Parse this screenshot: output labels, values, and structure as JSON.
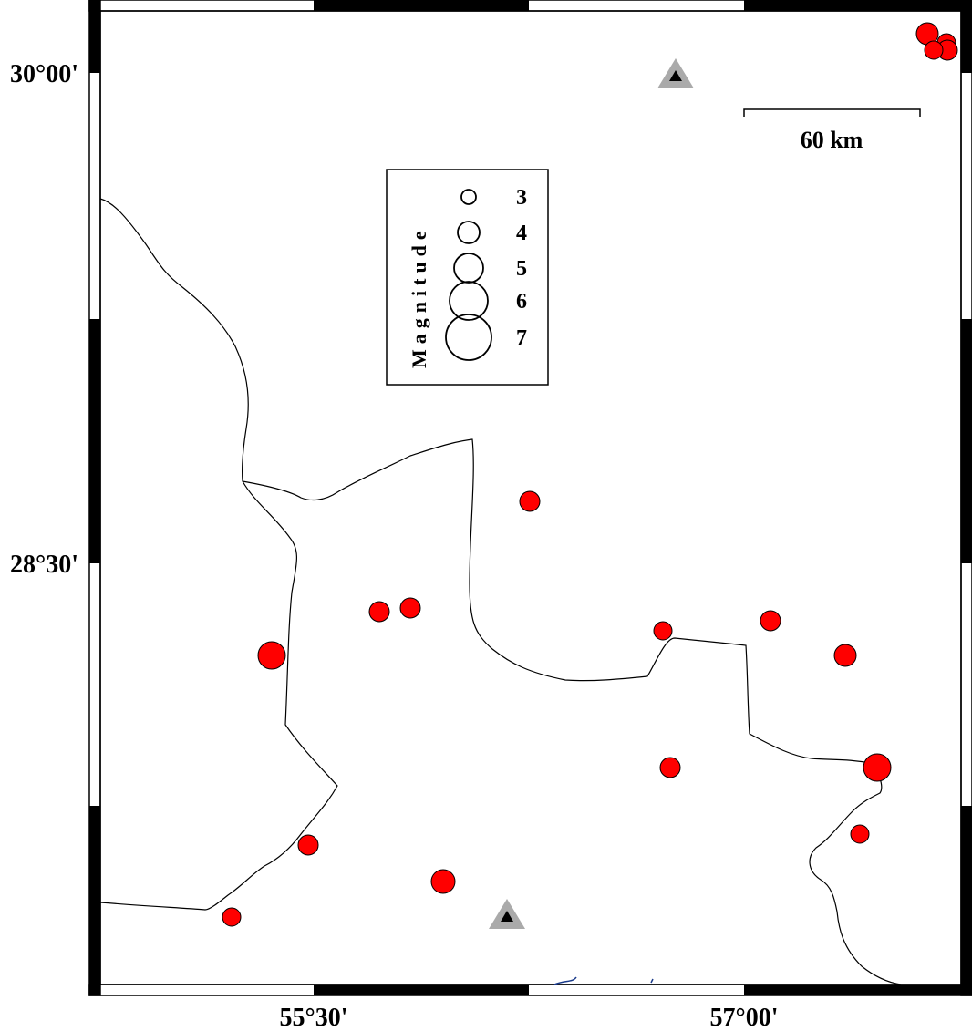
{
  "axes": {
    "lat_labels": [
      "30°00'",
      "28°30'"
    ],
    "lon_labels": [
      "55°30'",
      "57°00'"
    ]
  },
  "scale_bar": {
    "label": "60 km"
  },
  "legend": {
    "title": "Magnitude",
    "entries": [
      {
        "label": "3",
        "magnitude": 3
      },
      {
        "label": "4",
        "magnitude": 4
      },
      {
        "label": "5",
        "magnitude": 5
      },
      {
        "label": "6",
        "magnitude": 6
      },
      {
        "label": "7",
        "magnitude": 7
      }
    ]
  },
  "colors": {
    "event_fill": "#ff0000",
    "station_fill": "#000000",
    "station_outline": "#aaaaaa",
    "boundary": "#000000",
    "frame": "#000000",
    "water": "#1a3a8a"
  },
  "symbols": {
    "event": "filled-circle",
    "station": "triangle-icon"
  }
}
